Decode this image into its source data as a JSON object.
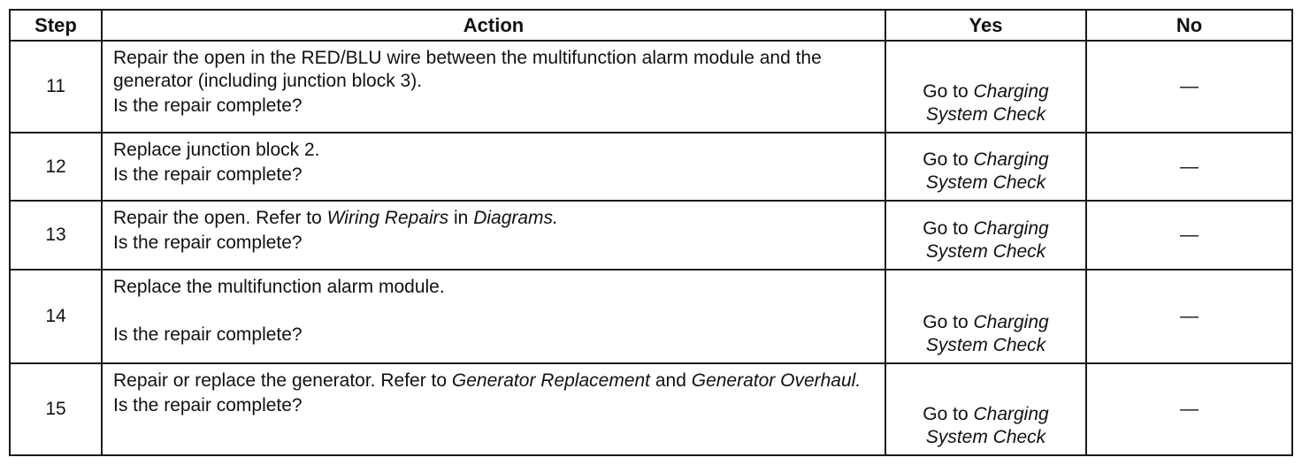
{
  "table": {
    "headers": {
      "step": "Step",
      "action": "Action",
      "yes": "Yes",
      "no": "No"
    },
    "rows": [
      {
        "step": "11",
        "action": [
          {
            "t": "Repair the open in the RED/BLU wire between the multifunction alarm module and the generator (including junction block 3)."
          }
        ],
        "question": "Is the repair complete?",
        "yes": [
          {
            "t": "Go to "
          },
          {
            "t": "Charging System Check",
            "i": true
          }
        ],
        "no": "—"
      },
      {
        "step": "12",
        "action": [
          {
            "t": "Replace junction block 2."
          }
        ],
        "question": "Is the repair complete?",
        "yes": [
          {
            "t": "Go to "
          },
          {
            "t": "Charging System Check",
            "i": true
          }
        ],
        "no": "—"
      },
      {
        "step": "13",
        "action": [
          {
            "t": "Repair the open. Refer to "
          },
          {
            "t": "Wiring Repairs",
            "i": true
          },
          {
            "t": " in "
          },
          {
            "t": "Diagrams.",
            "i": true
          }
        ],
        "question": "Is the repair complete?",
        "yes": [
          {
            "t": "Go to "
          },
          {
            "t": "Charging System Check",
            "i": true
          }
        ],
        "no": "—"
      },
      {
        "step": "14",
        "action": [
          {
            "t": "Replace the multifunction alarm module."
          }
        ],
        "question": "Is the repair complete?",
        "yes": [
          {
            "t": "Go to "
          },
          {
            "t": "Charging System Check",
            "i": true
          }
        ],
        "no": "—"
      },
      {
        "step": "15",
        "action": [
          {
            "t": "Repair or replace the generator. Refer to "
          },
          {
            "t": "Generator Replacement",
            "i": true
          },
          {
            "t": " and "
          },
          {
            "t": "Generator Overhaul.",
            "i": true
          }
        ],
        "question": "Is the repair complete?",
        "yes": [
          {
            "t": "Go to "
          },
          {
            "t": "Charging System Check",
            "i": true
          }
        ],
        "no": "—"
      }
    ]
  }
}
